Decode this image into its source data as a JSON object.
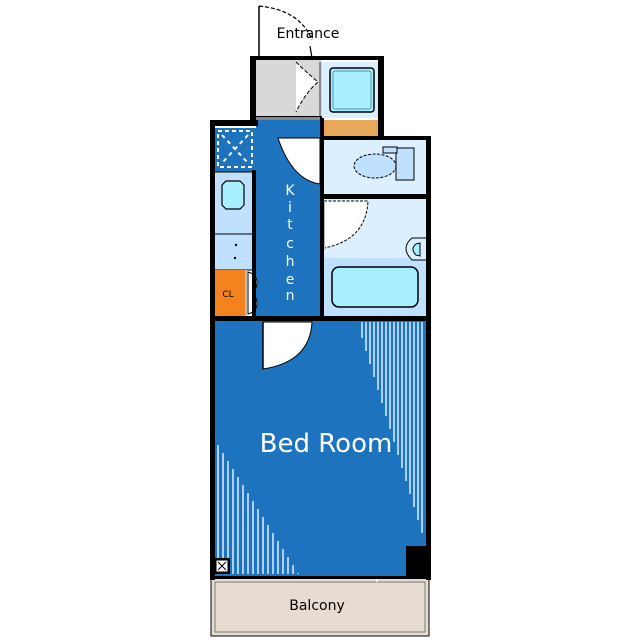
{
  "floorplan": {
    "rooms": {
      "entrance": {
        "label": "Entrance"
      },
      "kitchen": {
        "label": "Kitchen",
        "letters": [
          "K",
          "i",
          "t",
          "c",
          "h",
          "e",
          "n"
        ]
      },
      "bedroom": {
        "label": "Bed Room"
      },
      "balcony": {
        "label": "Balcony"
      },
      "closet": {
        "label": "CL"
      }
    },
    "colors": {
      "room_blue": "#1e73be",
      "wet_area_light": "#dcefff",
      "fixture_blue": "#bfe0ff",
      "fixture_cyan": "#a8f0ff",
      "entrance_gray": "#d8d8d8",
      "closet_orange": "#f4821f",
      "shelf_tan": "#e8a85a",
      "balcony_beige": "#e6dcd2",
      "wall": "#000000"
    }
  }
}
